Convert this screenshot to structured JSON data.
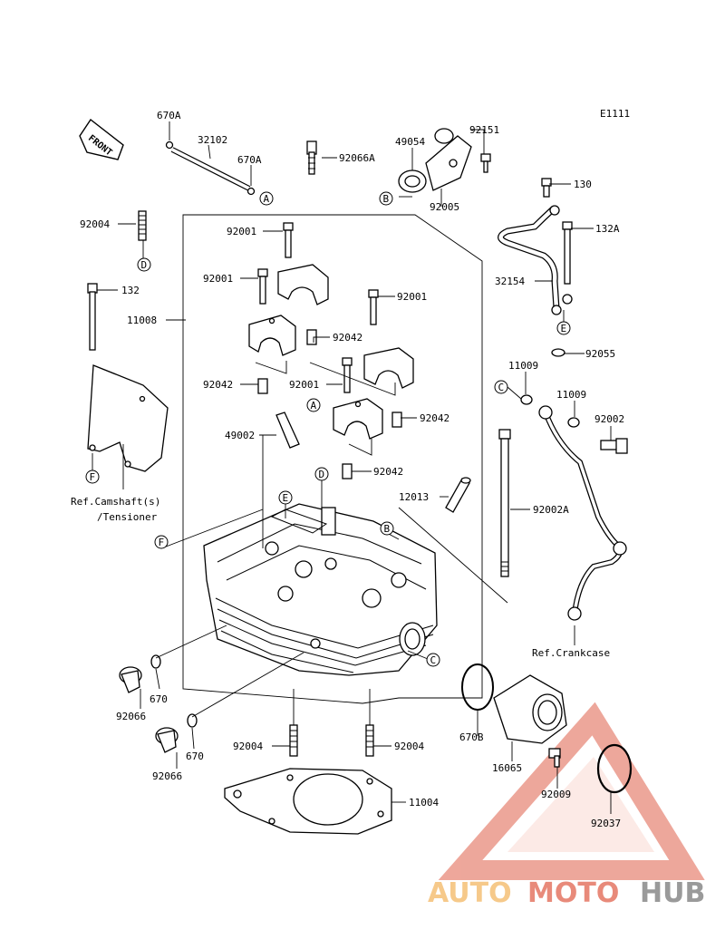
{
  "drawing_code": "E1111",
  "labels": {
    "front": "FRONT",
    "ref_camshaft": "Ref.Camshaft(s)",
    "ref_tensioner": "/Tensioner",
    "ref_crankcase": "Ref.Crankcase"
  },
  "callouts": {
    "a": "A",
    "b": "B",
    "c": "C",
    "d": "D",
    "e": "E",
    "f": "F"
  },
  "parts": {
    "p670a": "670A",
    "p32102": "32102",
    "p92066a": "92066A",
    "p49054": "49054",
    "p92151": "92151",
    "p92005": "92005",
    "p92004": "92004",
    "p92001": "92001",
    "p132": "132",
    "p11008": "11008",
    "p92042": "92042",
    "p49002": "49002",
    "p12013": "12013",
    "p92002a": "92002A",
    "p130": "130",
    "p132a": "132A",
    "p32154": "32154",
    "p92055": "92055",
    "p11009": "11009",
    "p92002": "92002",
    "p670": "670",
    "p92066": "92066",
    "p11004": "11004",
    "p670b": "670B",
    "p16065": "16065",
    "p92009": "92009",
    "p92037": "92037"
  },
  "watermark": {
    "part1": "AUTO",
    "part2": "MOTO",
    "part3": "HUB"
  },
  "colors": {
    "watermark_orange": "#f6c98a",
    "watermark_red": "#e88a7a",
    "watermark_gray": "#9a9a9a"
  }
}
